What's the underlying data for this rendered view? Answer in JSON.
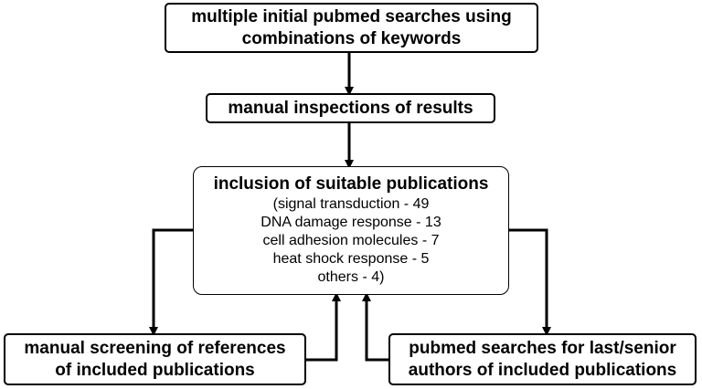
{
  "nodes": {
    "top": {
      "lines": [
        "multiple initial pubmed searches using",
        "combinations of keywords"
      ]
    },
    "manual_inspection": {
      "lines": [
        "manual inspections of results"
      ]
    },
    "inclusion": {
      "title": "inclusion of suitable publications",
      "details": [
        "(signal transduction - 49",
        "DNA damage response - 13",
        "cell adhesion molecules - 7",
        "heat shock response - 5",
        "others - 4)"
      ]
    },
    "reference_screening": {
      "lines": [
        "manual screening of references",
        "of included publications"
      ]
    },
    "author_searches": {
      "lines": [
        "pubmed searches for last/senior",
        "authors of included publications"
      ]
    }
  },
  "colors": {
    "line": "#000000",
    "background": "#ffffff"
  }
}
